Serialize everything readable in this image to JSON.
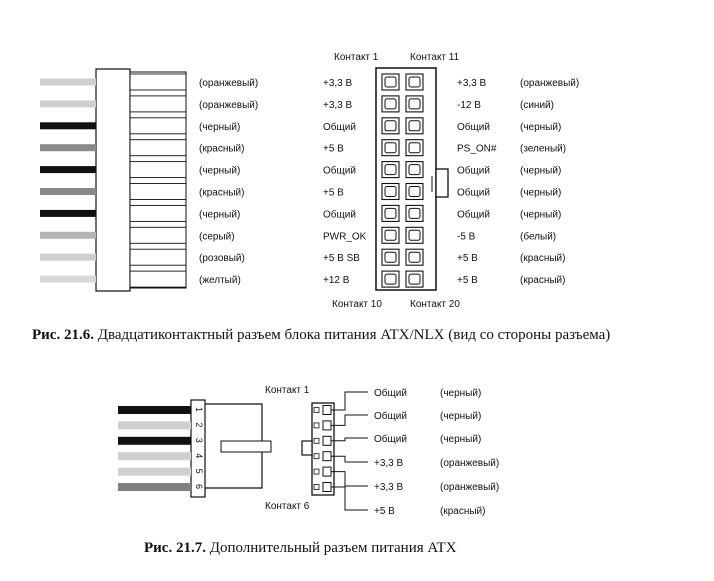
{
  "figure_21_6": {
    "contact_1": "Контакт 1",
    "contact_11": "Контакт 11",
    "contact_10": "Контакт 10",
    "contact_20": "Контакт 20",
    "rows": [
      {
        "left_color": "(оранжевый)",
        "left_signal": "+3,3 В",
        "right_signal": "+3,3 В",
        "right_color": "(оранжевый)",
        "wire": "#cfcfcf"
      },
      {
        "left_color": "(оранжевый)",
        "left_signal": "+3,3 В",
        "right_signal": "-12 В",
        "right_color": "(синий)",
        "wire": "#cfcfcf"
      },
      {
        "left_color": "(черный)",
        "left_signal": "Общий",
        "right_signal": "Общий",
        "right_color": "(черный)",
        "wire": "#111111"
      },
      {
        "left_color": "(красный)",
        "left_signal": "+5 В",
        "right_signal": "PS_ON#",
        "right_color": "(зеленый)",
        "wire": "#8a8a8a"
      },
      {
        "left_color": "(черный)",
        "left_signal": "Общий",
        "right_signal": "Общий",
        "right_color": "(черный)",
        "wire": "#111111"
      },
      {
        "left_color": "(красный)",
        "left_signal": "+5 В",
        "right_signal": "Общий",
        "right_color": "(черный)",
        "wire": "#8a8a8a"
      },
      {
        "left_color": "(черный)",
        "left_signal": "Общий",
        "right_signal": "Общий",
        "right_color": "(черный)",
        "wire": "#111111"
      },
      {
        "left_color": "(серый)",
        "left_signal": "PWR_OK",
        "right_signal": "-5 В",
        "right_color": "(белый)",
        "wire": "#b5b5b5"
      },
      {
        "left_color": "(розовый)",
        "left_signal": "+5 В SB",
        "right_signal": "+5 В",
        "right_color": "(красный)",
        "wire": "#cfcfcf"
      },
      {
        "left_color": "(желтый)",
        "left_signal": "+12 В",
        "right_signal": "+5 В",
        "right_color": "(красный)",
        "wire": "#d8d8d8"
      }
    ],
    "caption_number": "Рис. 21.6.",
    "caption_text": " Двадцатиконтактный разъем блока питания ATX/NLX (вид со стороны разъема)"
  },
  "figure_21_7": {
    "contact_1": "Контакт 1",
    "contact_6": "Контакт 6",
    "pin_numbers": [
      "1",
      "2",
      "3",
      "4",
      "5",
      "6"
    ],
    "wires": [
      "#111111",
      "#d0d0d0",
      "#111111",
      "#d0d0d0",
      "#d0d0d0",
      "#808080"
    ],
    "pins": [
      {
        "signal": "Общий",
        "color": "(черный)"
      },
      {
        "signal": "Общий",
        "color": "(черный)"
      },
      {
        "signal": "Общий",
        "color": "(черный)"
      },
      {
        "signal": "+3,3 В",
        "color": "(оранжевый)"
      },
      {
        "signal": "+3,3 В",
        "color": "(оранжевый)"
      },
      {
        "signal": "+5 В",
        "color": "(красный)"
      }
    ],
    "caption_number": "Рис. 21.7.",
    "caption_text": " Дополнительный разъем питания ATX"
  }
}
